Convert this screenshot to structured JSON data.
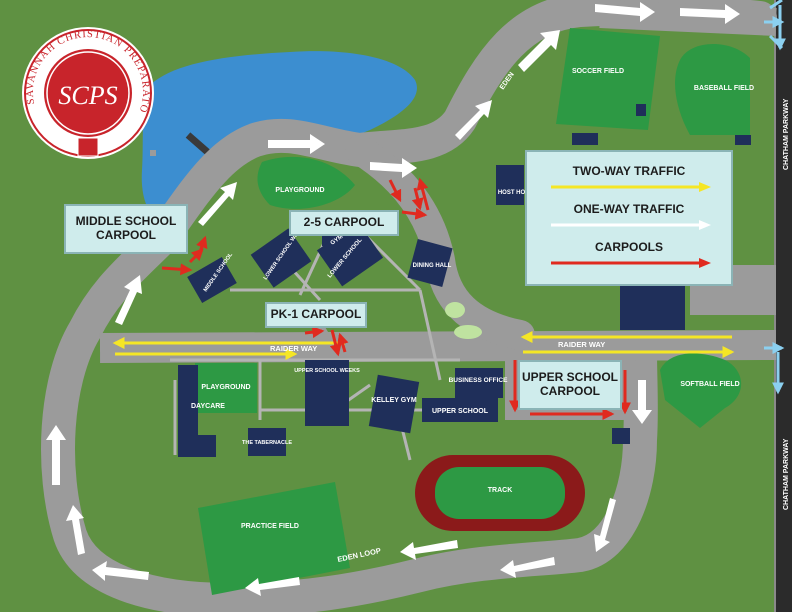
{
  "school": {
    "name": "SAVANNAH CHRISTIAN PREPARATORY SCHOOL",
    "monogram": "SCPS",
    "colors": {
      "seal_red": "#c8242b",
      "seal_border": "#ffffff"
    }
  },
  "roads": {
    "eden": "EDEN",
    "eden_loop": "EDEN LOOP",
    "raider_way_west": "RAIDER WAY",
    "raider_way_east": "RAIDER WAY",
    "chatham_top": "CHATHAM PARKWAY",
    "chatham_bottom": "CHATHAM PARKWAY"
  },
  "fields": {
    "soccer": "SOCCER FIELD",
    "baseball": "BASEBALL FIELD",
    "softball": "SOFTBALL FIELD",
    "playground_north": "PLAYGROUND",
    "playground_south": "PLAYGROUND",
    "track": "TRACK",
    "practice": "PRACTICE FIELD"
  },
  "buildings": {
    "middle_school": "MIDDLE SCHOOL",
    "lower_school_west": "LOWER SCHOOL WEST",
    "gym_small": "GYM",
    "lower_school": "LOWER SCHOOL",
    "dining_hall": "DINING HALL",
    "host_home": "HOST HOME",
    "daycare": "DAYCARE",
    "the_tabernacle": "THE TABERNACLE",
    "upper_school_weeks": "UPPER SCHOOL WEEKS",
    "kelley_gym": "KELLEY GYM",
    "business_office": "BUSINESS OFFICE",
    "upper_school": "UPPER SCHOOL"
  },
  "callouts": {
    "middle_school_carpool": "MIDDLE SCHOOL CARPOOL",
    "two_five_carpool": "2-5 CARPOOL",
    "pk1_carpool": "PK-1 CARPOOL",
    "upper_school_carpool": "UPPER SCHOOL CARPOOL"
  },
  "legend": {
    "two_way": "TWO-WAY TRAFFIC",
    "one_way": "ONE-WAY TRAFFIC",
    "carpools": "CARPOOLS",
    "colors": {
      "two_way": "#f5e625",
      "one_way": "#ffffff",
      "carpools": "#e02a1f"
    }
  },
  "colors": {
    "grass": "#5f9142",
    "field": "#2d9944",
    "pond": "#3c8ed0",
    "road": "#9b9b9b",
    "building": "#1f2f5a",
    "track": "#8b1a1a",
    "parkway": "#222222",
    "entry_arrow": "#8bd0f0"
  }
}
